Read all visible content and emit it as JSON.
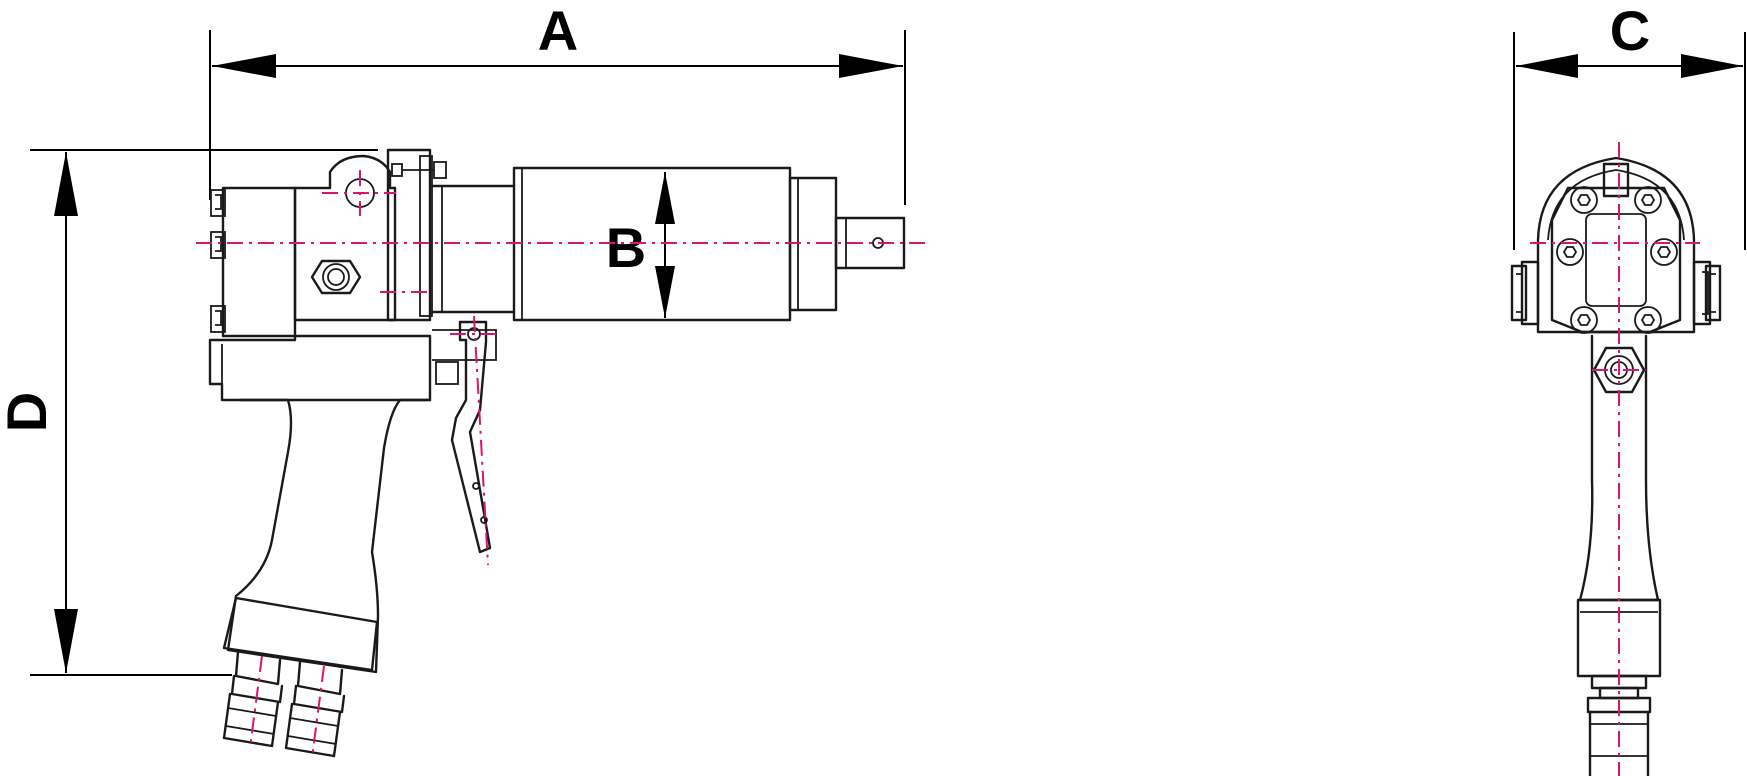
{
  "labels": {
    "a": "A",
    "b": "B",
    "c": "C",
    "d": "D"
  },
  "colors": {
    "outline": "#1a1a1a",
    "centerline": "#d6166f",
    "dimension": "#000000",
    "background": "#ffffff"
  }
}
